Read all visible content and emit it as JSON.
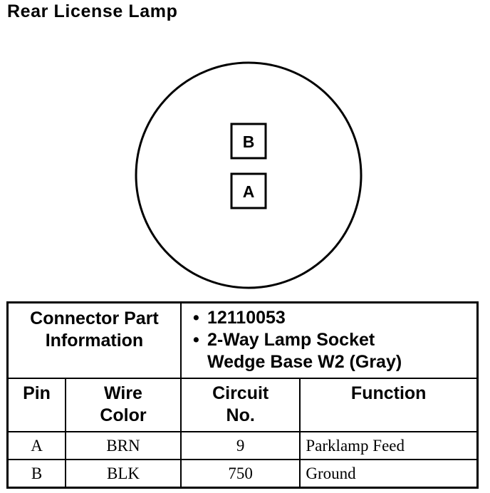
{
  "title": "Rear License Lamp",
  "connector": {
    "pins": [
      "B",
      "A"
    ]
  },
  "part_info": {
    "label_line1": "Connector Part",
    "label_line2": "Information",
    "part_number": "12110053",
    "description_line1": "2-Way Lamp Socket",
    "description_line2": "Wedge Base W2 (Gray)"
  },
  "columns": {
    "pin": "Pin",
    "wire_color_line1": "Wire",
    "wire_color_line2": "Color",
    "circuit_line1": "Circuit",
    "circuit_line2": "No.",
    "function": "Function"
  },
  "rows": [
    {
      "pin": "A",
      "wire_color": "BRN",
      "circuit": "9",
      "function": "Parklamp Feed"
    },
    {
      "pin": "B",
      "wire_color": "BLK",
      "circuit": "750",
      "function": "Ground"
    }
  ]
}
